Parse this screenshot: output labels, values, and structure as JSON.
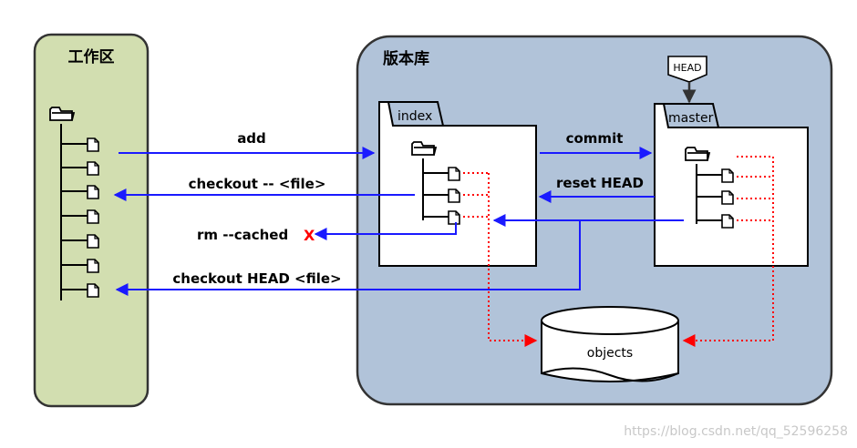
{
  "working_area": {
    "title": "工作区"
  },
  "repository": {
    "title": "版本库"
  },
  "index_box": {
    "label": "index"
  },
  "master_box": {
    "label": "master"
  },
  "head_tag": {
    "label": "HEAD"
  },
  "objects_store": {
    "label": "objects"
  },
  "edges": {
    "add": "add",
    "checkout_file": "checkout -- <file>",
    "rm_cached": "rm --cached",
    "rm_cached_mark": "X",
    "checkout_head_file": "checkout HEAD <file>",
    "commit": "commit",
    "reset_head": "reset HEAD"
  },
  "watermark": "https://blog.csdn.net/qq_52596258",
  "colors": {
    "working_fill": "#d2deb0",
    "repo_fill": "#b1c3d9",
    "arrow_blue": "#1a1aff",
    "dotted_red": "#ff0000"
  }
}
